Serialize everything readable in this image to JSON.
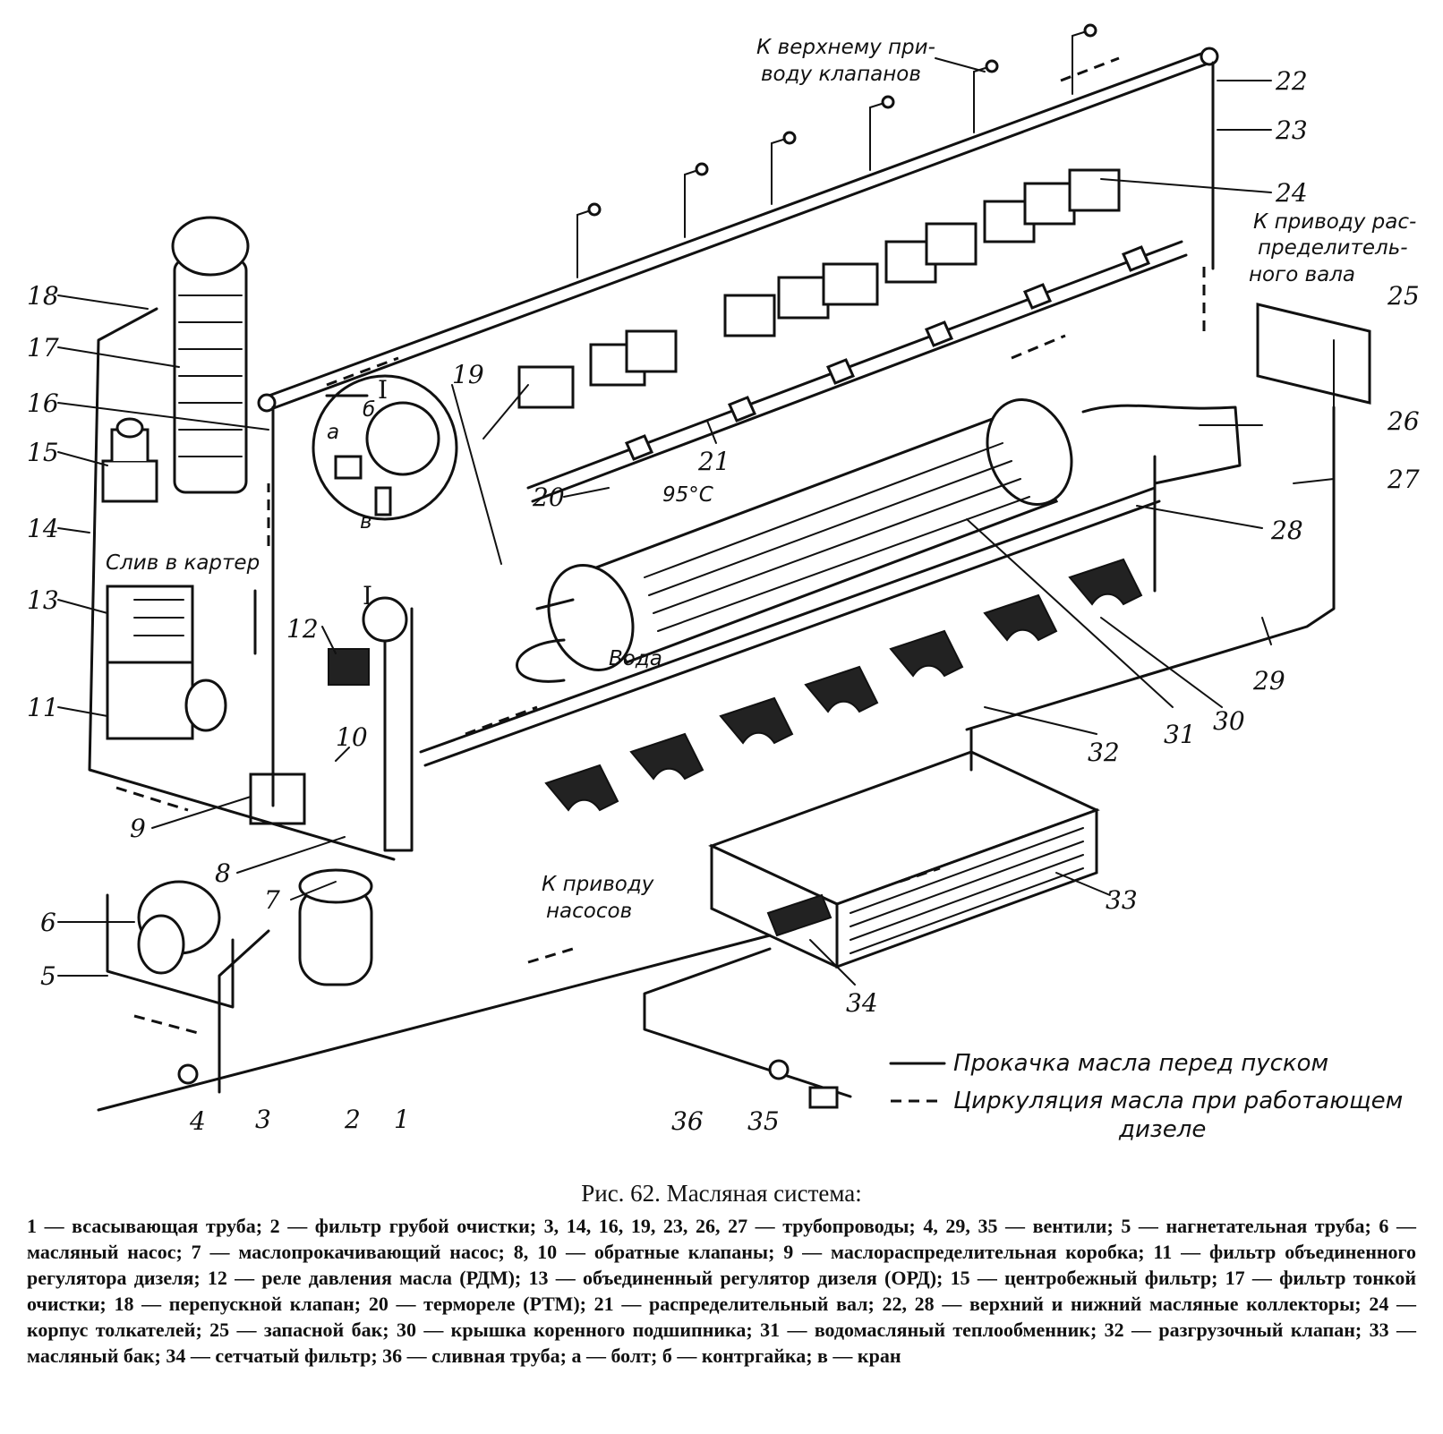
{
  "labels": {
    "top_valves": [
      "К верхнему при-",
      "воду клапанов"
    ],
    "camshaft_drive": [
      "К приводу рас-",
      "пределитель-",
      "ного вала"
    ],
    "pump_drive": [
      "К приводу",
      "насосов"
    ],
    "drain_crankcase": "Слив в картер",
    "water": "Вода",
    "temperature": "95°C",
    "detail_mark": "I",
    "detail_a": "а",
    "detail_b": "б",
    "detail_v": "в"
  },
  "legend": {
    "solid_line": "Прокачка масла перед    пуском",
    "dashed_line": [
      "Циркуляция масла при работающем",
      "дизеле"
    ]
  },
  "callouts": [
    "1",
    "2",
    "3",
    "4",
    "5",
    "6",
    "7",
    "8",
    "9",
    "10",
    "11",
    "12",
    "13",
    "14",
    "15",
    "16",
    "17",
    "18",
    "19",
    "20",
    "21",
    "22",
    "23",
    "24",
    "25",
    "26",
    "27",
    "28",
    "29",
    "30",
    "31",
    "32",
    "33",
    "34",
    "35",
    "36"
  ],
  "caption": {
    "title": "Рис. 62. Масляная система:",
    "text": "1 — всасывающая труба; 2 — фильтр грубой очистки; 3, 14, 16, 19, 23, 26, 27 — трубопроводы; 4, 29, 35 — вентили; 5 — нагнетательная труба; 6 — масляный насос; 7 — маслопрокачивающий насос; 8, 10 — обратные клапаны; 9 — маслораспределительная коробка; 11 — фильтр объединенного регулятора дизеля; 12 — реле давления масла (РДМ); 13 — объединенный регулятор дизеля (ОРД); 15 — центробежный фильтр; 17 — фильтр тонкой очистки; 18 — перепускной клапан; 20 — термореле (РТМ); 21 — распределительный вал; 22, 28 — верхний и нижний масляные коллекторы; 24 — корпус толкателей; 25 — запасной бак; 30 — крышка коренного подшипника; 31 — водомасляный теплообменник; 32 — разгрузочный клапан; 33 — масляный бак; 34 — сетчатый фильтр; 36 — сливная труба; а — болт; б — контргайка; в — кран"
  }
}
